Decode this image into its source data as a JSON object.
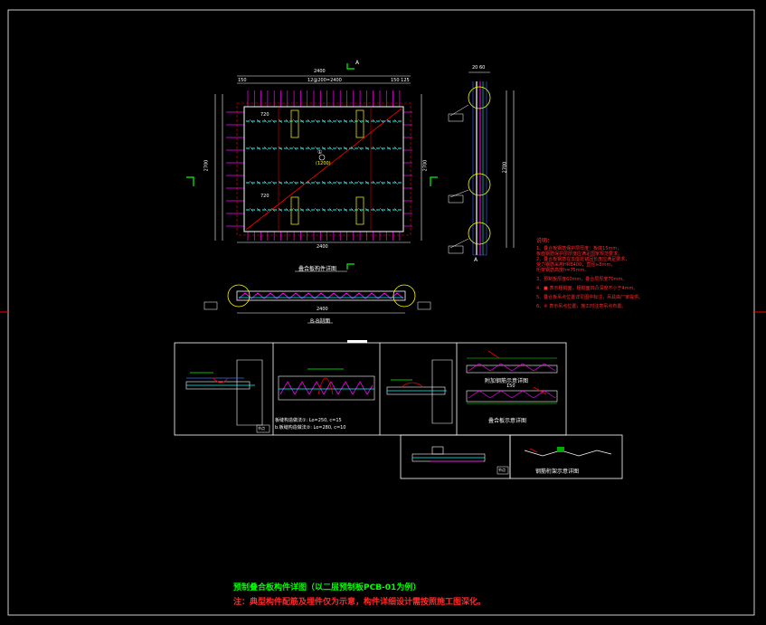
{
  "colors": {
    "background": "#000000",
    "frame": "#ffffff",
    "rebar": "#00ffff",
    "annotation": "#ff0000",
    "truss": "#ff00ff",
    "dimension": "#00ff00",
    "highlight": "#ffff00"
  },
  "plan_view": {
    "dim_top": "2400",
    "dim_top_mid": "12@200=2400",
    "dim_left_top": "150",
    "dim_right_top": "150 125",
    "dim_bottom": "2400",
    "dim_left": "2700",
    "dim_right": "2700",
    "mark_a": "A",
    "center_mark": "①",
    "center_label": "(1200)",
    "row_label_1": "720",
    "row_label_2": "720",
    "caption": "叠合板构件详图"
  },
  "side_view": {
    "dim_top": "20 60",
    "dim_mid": "2700",
    "mark": "A"
  },
  "section_view": {
    "dim": "2400",
    "caption": "B-B剖面"
  },
  "notes": {
    "heading": "说明：",
    "lines": [
      "1、叠合板钢筋保护层厚度：板底15mm，",
      "   板面钢筋保护层厚度应满足国家规范要求。",
      "2、叠合板钢筋在支座处锚固长度应满足要求，",
      "   受力钢筋采用HRB400，直径≥8mm，",
      "   桁架钢筋高度h=75mm。",
      "3、预制板厚度60mm，叠合层厚度70mm。",
      "4、■ 表示粗糙面，粗糙面凹凸深度不小于4mm。",
      "5、叠合板吊点位置详见图中标注，吊具由厂家提供。",
      "6、④ 表示吊点位置，施工时注意吊点布置。"
    ]
  },
  "details": {
    "d1_tag": "节点",
    "d2_line1": "板缝构造做法①: Lo=250, c=15",
    "d2_line2": "b.板缝构造做法②: Lo=280, c=10",
    "d4_label_top": "附加钢筋示意详图",
    "d4_dim": "150",
    "d4_label_bot": "叠合板示意详图",
    "d5_tag": "节点",
    "d6_caption": "钢筋桁架示意详图"
  },
  "footer": {
    "title": "预制叠合板构件详图（以二层预制板PCB-01为例）",
    "note": "注：典型构件配筋及埋件仅为示意，构件详细设计需按照施工图深化。"
  }
}
